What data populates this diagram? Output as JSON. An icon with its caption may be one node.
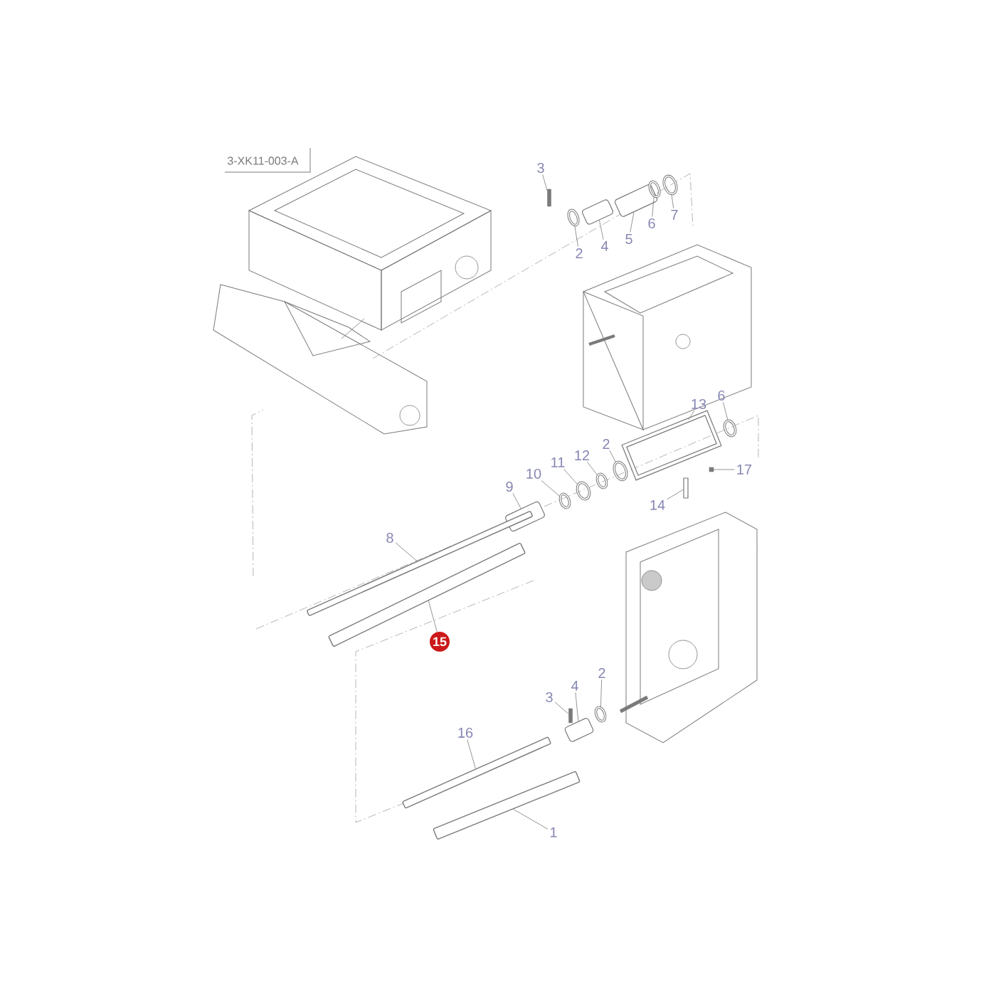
{
  "diagram": {
    "nodes": [
      {
        "text": [
          "3"
        ]
      },
      {
        "text": [],
        "shape": "pin"
      },
      {
        "text": [
          "2"
        ]
      },
      {
        "text": [],
        "shape": "ring"
      },
      {
        "text": [
          "4"
        ]
      },
      {
        "text": [],
        "shape": "sleeve"
      },
      {
        "text": [
          "5"
        ]
      },
      {
        "text": [],
        "shape": "sleeve"
      },
      {
        "text": [
          "6"
        ]
      },
      {
        "text": [],
        "shape": "ring"
      },
      {
        "text": [
          "7"
        ]
      },
      {
        "text": [],
        "shape": "ring"
      },
      {
        "text": [
          "13"
        ]
      },
      {
        "text": [],
        "shape": "plate"
      },
      {
        "text": [
          "6"
        ]
      },
      {
        "text": [],
        "shape": "ring"
      },
      {
        "text": [
          "2"
        ]
      },
      {
        "text": [],
        "shape": "ring"
      },
      {
        "text": [
          "12"
        ]
      },
      {
        "text": [],
        "shape": "ring"
      },
      {
        "text": [
          "11"
        ]
      },
      {
        "text": [],
        "shape": "ring"
      },
      {
        "text": [
          "10"
        ]
      },
      {
        "text": [],
        "shape": "ring"
      },
      {
        "text": [
          "9"
        ]
      },
      {
        "text": [],
        "shape": "sleeve"
      },
      {
        "text": [
          "17"
        ]
      },
      {
        "text": [],
        "shape": "pin"
      },
      {
        "text": [
          "14"
        ]
      },
      {
        "text": [],
        "shape": "bolt"
      },
      {
        "text": [
          "8"
        ]
      },
      {
        "text": [],
        "shape": "rod"
      },
      {
        "text": [
          "15"
        ]
      },
      {
        "text": [],
        "shape": "rod"
      },
      {
        "text": [
          "16"
        ]
      },
      {
        "text": [],
        "shape": "rod"
      },
      {
        "text": [
          "3"
        ]
      },
      {
        "text": [],
        "shape": "pin"
      },
      {
        "text": [
          "4"
        ]
      },
      {
        "text": [],
        "shape": "sleeve"
      },
      {
        "text": [
          "2"
        ]
      },
      {
        "text": [],
        "shape": "ring"
      },
      {
        "text": [
          "1"
        ]
      },
      {
        "text": [],
        "shape": "rod"
      }
    ],
    "edges": [
      {
        "from": 0,
        "to": 1,
        "arrow": "none"
      },
      {
        "from": 2,
        "to": 3,
        "arrow": "none"
      },
      {
        "from": 4,
        "to": 5,
        "arrow": "none"
      },
      {
        "from": 6,
        "to": 7,
        "arrow": "none"
      },
      {
        "from": 8,
        "to": 9,
        "arrow": "none"
      },
      {
        "from": 10,
        "to": 11,
        "arrow": "none"
      },
      {
        "from": 12,
        "to": 13,
        "arrow": "none"
      },
      {
        "from": 14,
        "to": 15,
        "arrow": "none"
      },
      {
        "from": 16,
        "to": 17,
        "arrow": "none"
      },
      {
        "from": 18,
        "to": 19,
        "arrow": "none"
      },
      {
        "from": 20,
        "to": 21,
        "arrow": "none"
      },
      {
        "from": 22,
        "to": 23,
        "arrow": "none"
      },
      {
        "from": 24,
        "to": 25,
        "arrow": "none"
      },
      {
        "from": 26,
        "to": 27,
        "arrow": "none"
      },
      {
        "from": 28,
        "to": 29,
        "arrow": "none"
      },
      {
        "from": 30,
        "to": 31,
        "arrow": "none"
      },
      {
        "from": 32,
        "to": 33,
        "arrow": "none"
      },
      {
        "from": 34,
        "to": 35,
        "arrow": "none"
      },
      {
        "from": 36,
        "to": 37,
        "arrow": "none"
      },
      {
        "from": 38,
        "to": 39,
        "arrow": "none"
      },
      {
        "from": 40,
        "to": 41,
        "arrow": "none"
      },
      {
        "from": 42,
        "to": 43,
        "arrow": "none"
      }
    ],
    "labels": [
      "3-XK11-003-A"
    ]
  }
}
